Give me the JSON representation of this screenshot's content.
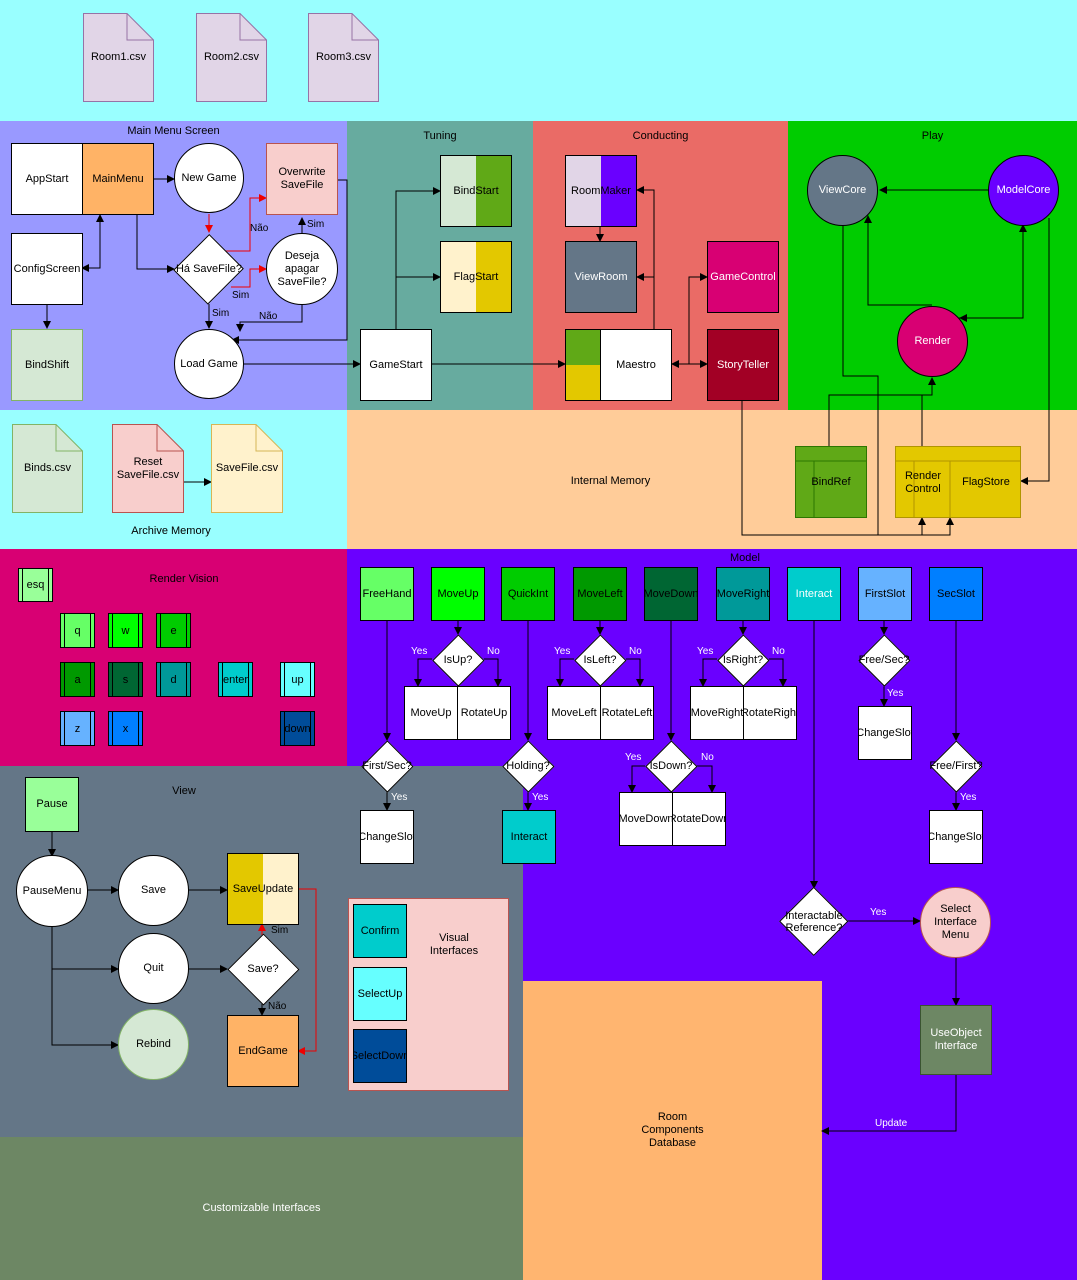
{
  "files_top": [
    "Room1.csv",
    "Room2.csv",
    "Room3.csv"
  ],
  "regions": {
    "main_menu": "Main Menu Screen",
    "tuning": "Tuning",
    "conducting": "Conducting",
    "play": "Play",
    "internal_memory": "Internal Memory",
    "archive_memory": "Archive Memory",
    "render_vision": "Render Vision",
    "model": "Model",
    "view": "View",
    "visual_interfaces": "Visual\nInterfaces",
    "room_db": "Room\nComponents\nDatabase",
    "custom_interfaces": "Customizable Interfaces"
  },
  "main_menu": {
    "appstart": "AppStart",
    "mainmenu": "MainMenu",
    "newgame": "New Game",
    "overwrite": "Overwrite\nSaveFile",
    "configscreen": "ConfigScreen",
    "ha_savefile": "Há SaveFile?",
    "deseja": "Deseja\napagar\nSaveFile?",
    "bindshift": "BindShift",
    "loadgame": "Load Game",
    "nao1": "Não",
    "sim1": "Sim",
    "sim2": "Sim",
    "sim3": "Sim",
    "nao2": "Não"
  },
  "tuning": {
    "bindstart": "BindStart",
    "flagstart": "FlagStart",
    "gamestart": "GameStart"
  },
  "conducting": {
    "roommaker": "RoomMaker",
    "viewroom": "ViewRoom",
    "gamecontrol": "GameControl",
    "maestro": "Maestro",
    "storyteller": "StoryTeller"
  },
  "play": {
    "viewcore": "ViewCore",
    "modelcore": "ModelCore",
    "render": "Render"
  },
  "memory": {
    "bindref": "BindRef",
    "render_control": "Render\nControl",
    "flagstore": "FlagStore"
  },
  "archive": {
    "binds": "Binds.csv",
    "reset": "Reset\nSaveFile.csv",
    "savefile": "SaveFile.csv"
  },
  "keys": [
    "esq",
    "q",
    "w",
    "e",
    "a",
    "s",
    "d",
    "enter",
    "up",
    "z",
    "x",
    "down"
  ],
  "model": {
    "headers": [
      "FreeHand",
      "MoveUp",
      "QuickInt",
      "MoveLeft",
      "MoveDown",
      "MoveRight",
      "Interact",
      "FirstSlot",
      "SecSlot"
    ],
    "isup": "IsUp?",
    "isleft": "IsLeft?",
    "isright": "IsRight?",
    "isdown": "IsDown?",
    "freesec": "Free/Sec?",
    "firstsec": "First/Sec?",
    "holding": "Holding?",
    "freefirst": "Free/First?",
    "moveup": "MoveUp",
    "rotateup": "RotateUp",
    "moveleft": "MoveLeft",
    "rotateleft": "RotateLeft",
    "moveright": "MoveRight",
    "rotateright": "RotateRight",
    "movedown": "MoveDown",
    "rotatedown": "RotateDown",
    "changeslot": "ChangeSlot",
    "interact": "Interact",
    "interactable": "Interactable\nReference?",
    "select_menu": "Select\nInterface\nMenu",
    "useobject": "UseObject\nInterface",
    "update": "Update",
    "yes": "Yes",
    "no": "No"
  },
  "view": {
    "pause": "Pause",
    "pausemenu": "PauseMenu",
    "save": "Save",
    "saveupdate": "SaveUpdate",
    "quit": "Quit",
    "save_q": "Save?",
    "rebind": "Rebind",
    "endgame": "EndGame",
    "sim": "Sim",
    "nao": "Não"
  },
  "visual": {
    "confirm": "Confirm",
    "selectup": "SelectUp",
    "selectdown": "SelectDown"
  }
}
